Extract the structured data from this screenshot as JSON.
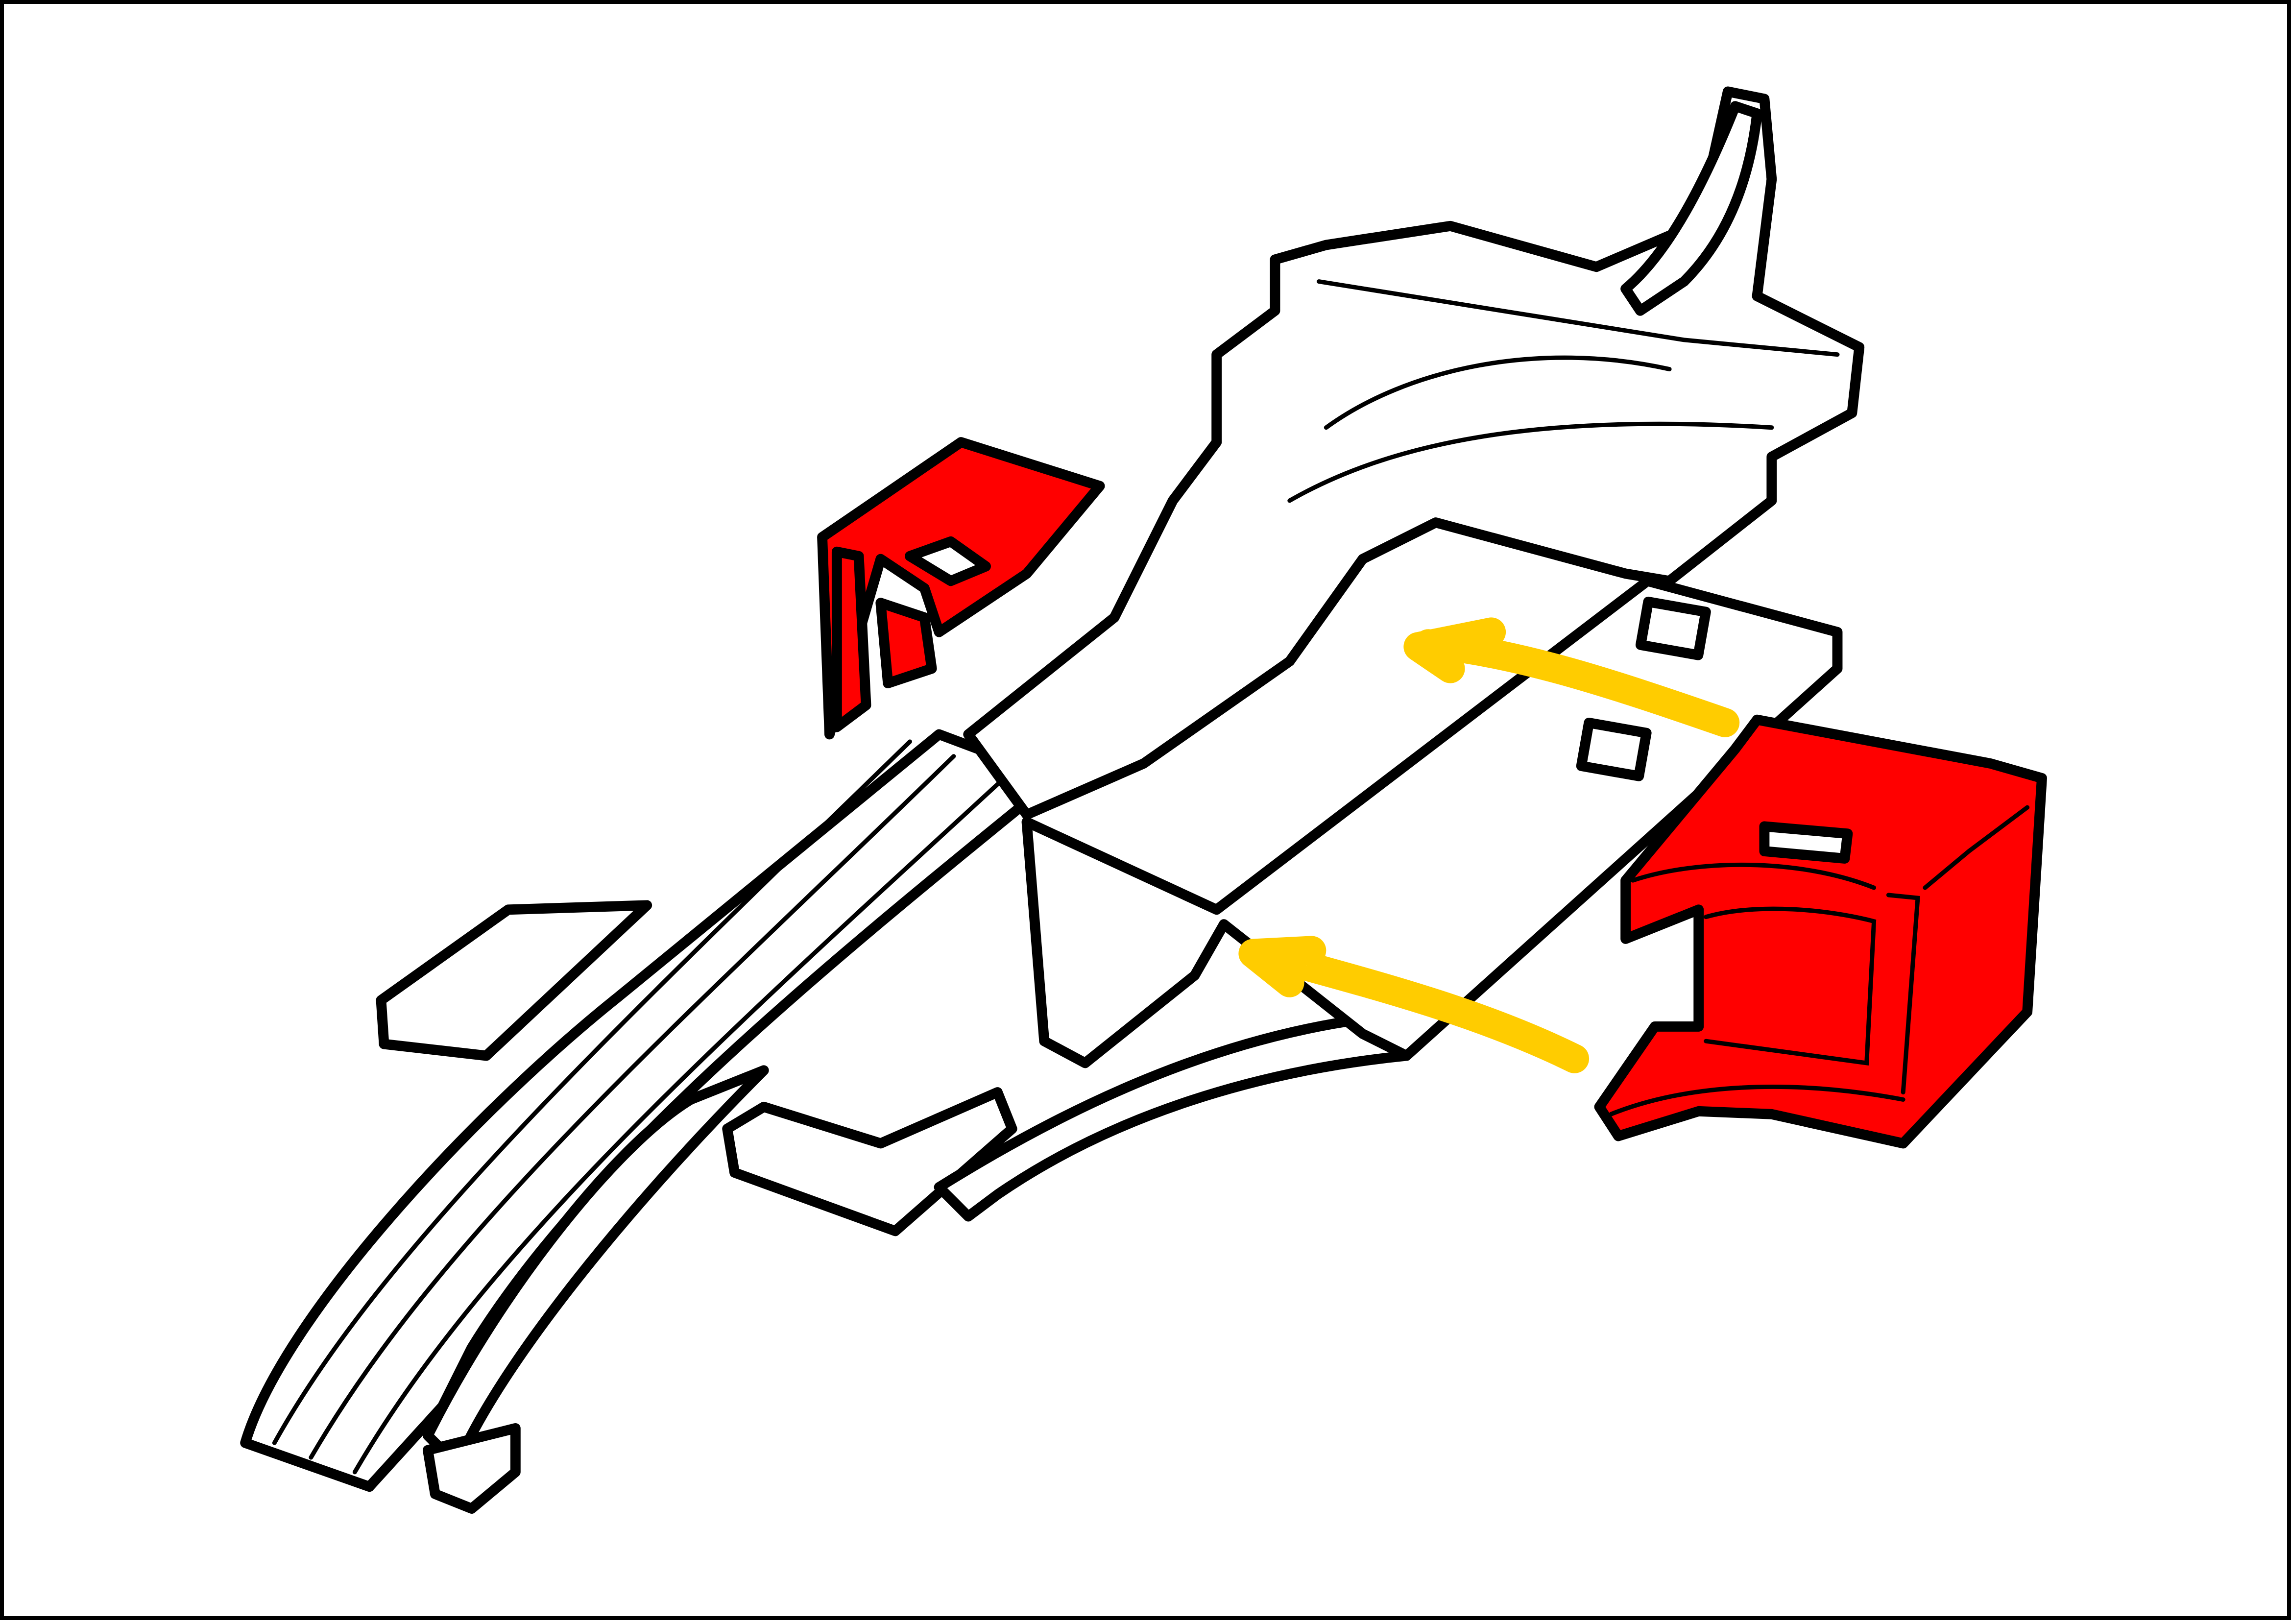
{
  "diagram": {
    "subject": "",
    "colors": {
      "outline": "#000000",
      "highlight": "#ff0000",
      "arrow": "#ffcc00",
      "background": "#ffffff"
    },
    "arrows": [
      {
        "name": "upper-arrow",
        "direction": "left"
      },
      {
        "name": "lower-arrow",
        "direction": "left"
      }
    ],
    "highlighted_parts": [
      "left-rear-block",
      "right-front-block"
    ]
  }
}
